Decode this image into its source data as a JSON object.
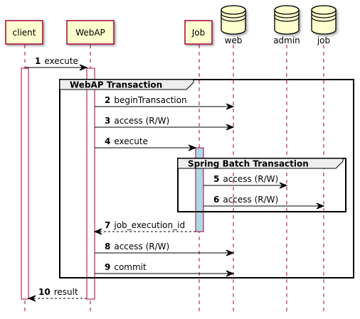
{
  "diagram": {
    "participants": [
      {
        "id": "client",
        "label": "client",
        "kind": "box"
      },
      {
        "id": "webap",
        "label": "WebAP",
        "kind": "box"
      },
      {
        "id": "job",
        "label": "Job",
        "kind": "box"
      },
      {
        "id": "web",
        "label": "web",
        "kind": "database"
      },
      {
        "id": "admin",
        "label": "admin",
        "kind": "database"
      },
      {
        "id": "jobdb",
        "label": "job",
        "kind": "database"
      }
    ],
    "groups": [
      {
        "id": "webap-tx",
        "title": "WebAP Transaction"
      },
      {
        "id": "batch-tx",
        "title": "Spring Batch Transaction"
      }
    ],
    "messages": [
      {
        "num": "1",
        "text": "execute",
        "from": "client",
        "to": "webap",
        "style": "solid"
      },
      {
        "num": "2",
        "text": "beginTransaction",
        "from": "webap",
        "to": "web",
        "style": "solid"
      },
      {
        "num": "3",
        "text": "access (R/W)",
        "from": "webap",
        "to": "web",
        "style": "solid"
      },
      {
        "num": "4",
        "text": "execute",
        "from": "webap",
        "to": "job",
        "style": "solid"
      },
      {
        "num": "5",
        "text": "access (R/W)",
        "from": "job",
        "to": "admin",
        "style": "solid"
      },
      {
        "num": "6",
        "text": "access (R/W)",
        "from": "job",
        "to": "jobdb",
        "style": "solid"
      },
      {
        "num": "7",
        "text": "job_execution_id",
        "from": "job",
        "to": "webap",
        "style": "dashed"
      },
      {
        "num": "8",
        "text": "access (R/W)",
        "from": "webap",
        "to": "web",
        "style": "solid"
      },
      {
        "num": "9",
        "text": "commit",
        "from": "webap",
        "to": "web",
        "style": "solid"
      },
      {
        "num": "10",
        "text": "result",
        "from": "webap",
        "to": "client",
        "style": "dashed"
      }
    ],
    "colors": {
      "participant_fill": "#FEFECE",
      "participant_border": "#A80036",
      "lifeline": "#A80036",
      "job_activation_fill": "#ADD8E6",
      "arrow": "#000000",
      "group_border": "#000000",
      "group_header_fill": "#EEEEEE"
    }
  }
}
